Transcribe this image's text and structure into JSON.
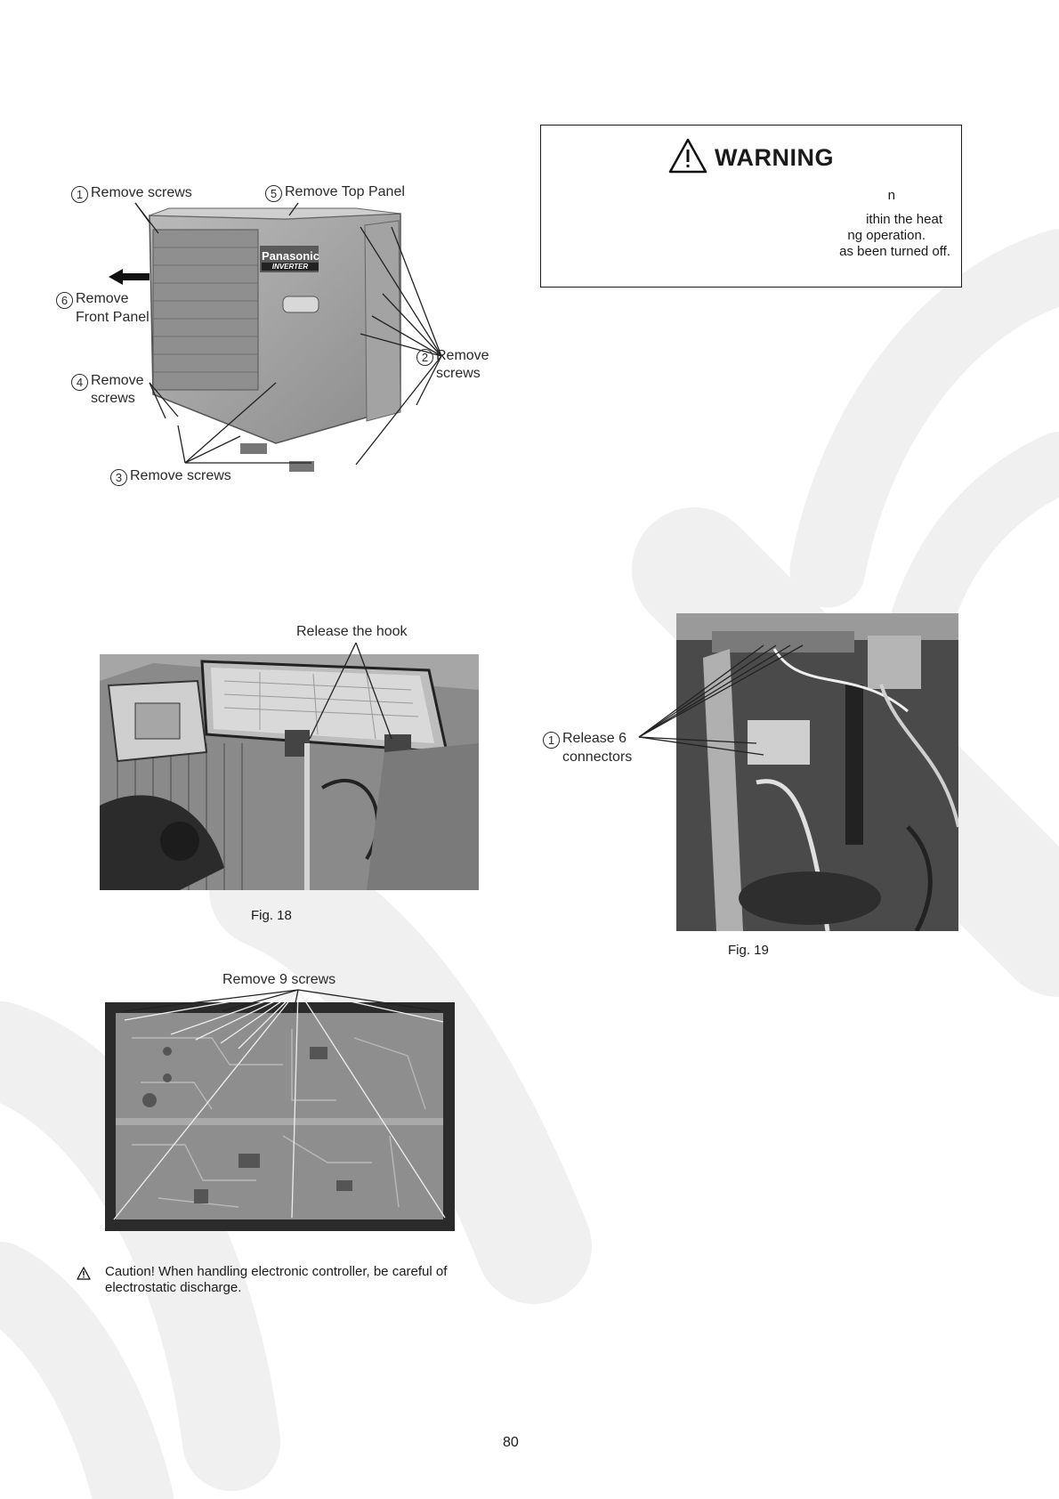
{
  "warning": {
    "title": "WARNING",
    "lines": [
      "n",
      "ithin the heat",
      "ng operation.",
      "as been turned off."
    ]
  },
  "fig_outdoor": {
    "callouts": {
      "c1": {
        "num": "1",
        "text": "Remove screws"
      },
      "c5": {
        "num": "5",
        "text": "Remove Top Panel"
      },
      "c6": {
        "num": "6",
        "text": "Remove",
        "text2": "Front Panel"
      },
      "c2": {
        "num": "2",
        "text": "Remove",
        "text2": "screws"
      },
      "c4": {
        "num": "4",
        "text": "Remove",
        "text2": "screws"
      },
      "c3": {
        "num": "3",
        "text": "Remove screws"
      }
    },
    "brand": "Panasonic",
    "brand_sub": "INVERTER"
  },
  "fig18": {
    "callout": "Release the hook",
    "caption": "Fig. 18"
  },
  "fig19": {
    "callout_num": "1",
    "callout": "Release 6",
    "callout2": "connectors",
    "caption": "Fig. 19"
  },
  "fig_board": {
    "callout": "Remove 9 screws"
  },
  "caution": {
    "line1": "Caution! When handling electronic controller, be careful of",
    "line2": "electrostatic discharge."
  },
  "page_number": "80"
}
